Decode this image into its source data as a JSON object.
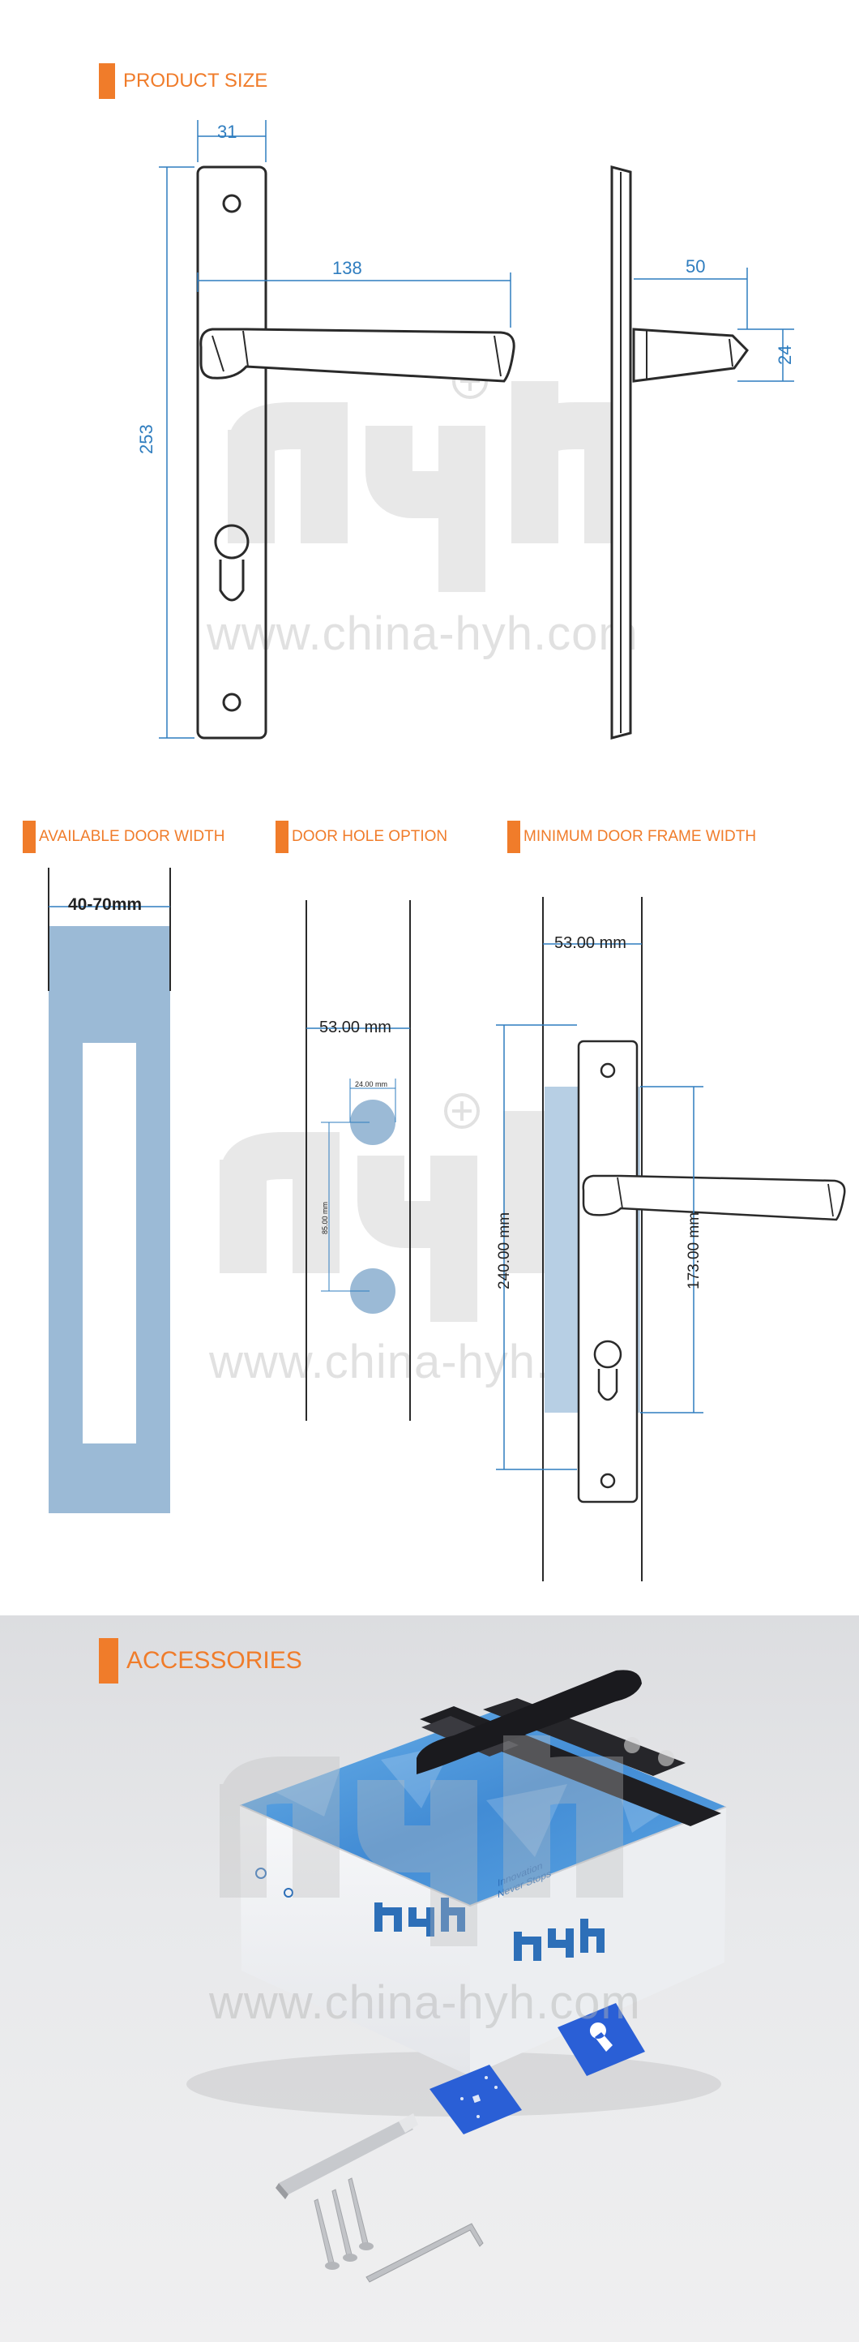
{
  "sections": {
    "product_size": "PRODUCT SIZE",
    "available_door_width": "AVAILABLE DOOR WIDTH",
    "door_hole_option": "DOOR HOLE OPTION",
    "minimum_door_frame_width": "MINIMUM DOOR FRAME WIDTH",
    "accessories": "ACCESSORIES"
  },
  "product_size": {
    "plate_width": "31",
    "lever_length": "138",
    "plate_height": "253",
    "projection": "50",
    "lever_thickness": "24"
  },
  "available_door_width": {
    "range": "40-70mm"
  },
  "door_hole_option": {
    "spacing": "53.00 mm",
    "hole_diameter": "24.00 mm",
    "hole_distance": "85.00 mm"
  },
  "minimum_door_frame_width": {
    "frame_width": "53.00 mm",
    "height_240": "240.00 mm",
    "height_173": "173.00 mm"
  },
  "watermark": {
    "url": "www.china-hyh.com"
  },
  "box": {
    "slogan_line1": "Innovation",
    "slogan_line2": "Never Stops"
  },
  "colors": {
    "accent": "#f07c2a",
    "dimension": "#2f7dbf",
    "door_fill": "#9bbad6",
    "box_blue": "#2d7fd0"
  }
}
